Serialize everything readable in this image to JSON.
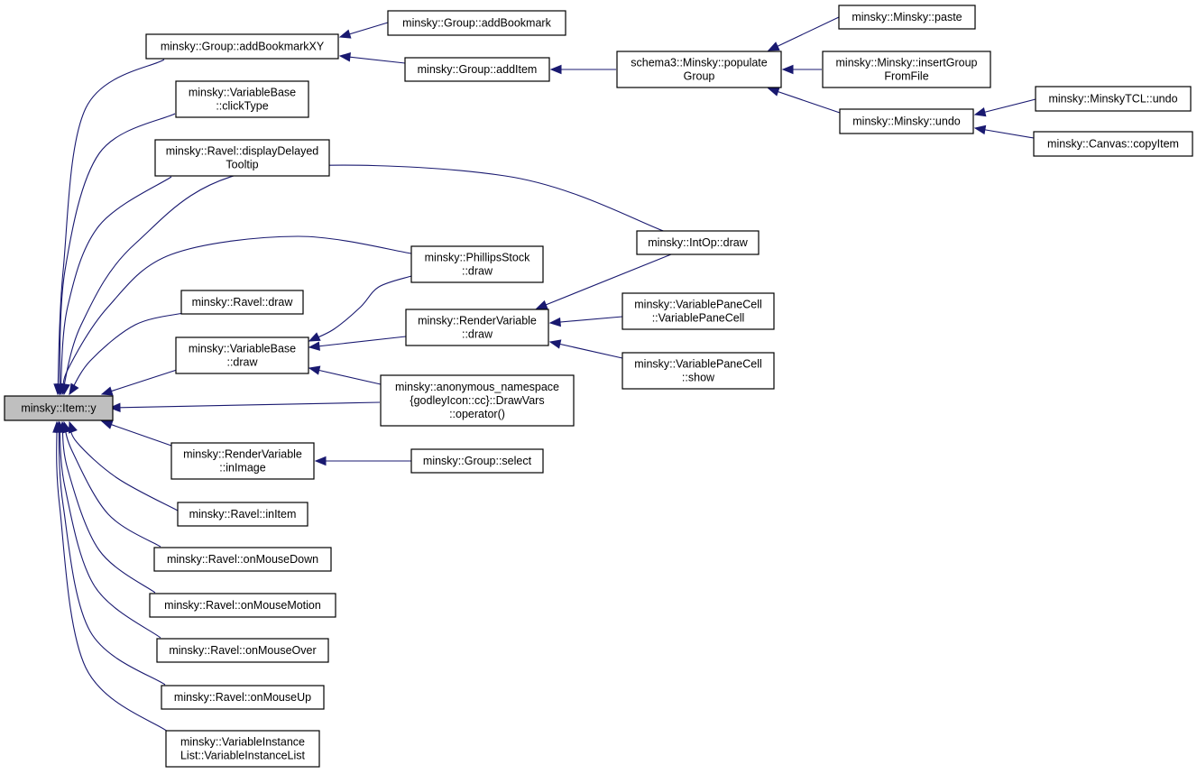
{
  "diagram": {
    "nodes": [
      {
        "id": "y",
        "lines": [
          "minsky::Item::y"
        ],
        "root": true
      },
      {
        "id": "addBookmarkXY",
        "lines": [
          "minsky::Group::addBookmarkXY"
        ]
      },
      {
        "id": "addBookmark",
        "lines": [
          "minsky::Group::addBookmark"
        ]
      },
      {
        "id": "addItem",
        "lines": [
          "minsky::Group::addItem"
        ]
      },
      {
        "id": "populateGroup",
        "lines": [
          "schema3::Minsky::populate",
          "Group"
        ]
      },
      {
        "id": "paste",
        "lines": [
          "minsky::Minsky::paste"
        ]
      },
      {
        "id": "insertGroup",
        "lines": [
          "minsky::Minsky::insertGroup",
          "FromFile"
        ]
      },
      {
        "id": "undo",
        "lines": [
          "minsky::Minsky::undo"
        ]
      },
      {
        "id": "tclUndo",
        "lines": [
          "minsky::MinskyTCL::undo"
        ]
      },
      {
        "id": "copyItem",
        "lines": [
          "minsky::Canvas::copyItem"
        ]
      },
      {
        "id": "clickType",
        "lines": [
          "minsky::VariableBase",
          "::clickType"
        ]
      },
      {
        "id": "displayDelayed",
        "lines": [
          "minsky::Ravel::displayDelayed",
          "Tooltip"
        ]
      },
      {
        "id": "intOpDraw",
        "lines": [
          "minsky::IntOp::draw"
        ]
      },
      {
        "id": "phillipsDraw",
        "lines": [
          "minsky::PhillipsStock",
          "::draw"
        ]
      },
      {
        "id": "ravelDraw",
        "lines": [
          "minsky::Ravel::draw"
        ]
      },
      {
        "id": "renderVarDraw",
        "lines": [
          "minsky::RenderVariable",
          "::draw"
        ]
      },
      {
        "id": "vpcCtor",
        "lines": [
          "minsky::VariablePaneCell",
          "::VariablePaneCell"
        ]
      },
      {
        "id": "varBaseDraw",
        "lines": [
          "minsky::VariableBase",
          "::draw"
        ]
      },
      {
        "id": "vpcShow",
        "lines": [
          "minsky::VariablePaneCell",
          "::show"
        ]
      },
      {
        "id": "drawVars",
        "lines": [
          "minsky::anonymous_namespace",
          "{godleyIcon::cc}::DrawVars",
          "::operator()"
        ]
      },
      {
        "id": "inImage",
        "lines": [
          "minsky::RenderVariable",
          "::inImage"
        ]
      },
      {
        "id": "groupSelect",
        "lines": [
          "minsky::Group::select"
        ]
      },
      {
        "id": "inItem",
        "lines": [
          "minsky::Ravel::inItem"
        ]
      },
      {
        "id": "mouseDown",
        "lines": [
          "minsky::Ravel::onMouseDown"
        ]
      },
      {
        "id": "mouseMotion",
        "lines": [
          "minsky::Ravel::onMouseMotion"
        ]
      },
      {
        "id": "mouseOver",
        "lines": [
          "minsky::Ravel::onMouseOver"
        ]
      },
      {
        "id": "mouseUp",
        "lines": [
          "minsky::Ravel::onMouseUp"
        ]
      },
      {
        "id": "varInstList",
        "lines": [
          "minsky::VariableInstance",
          "List::VariableInstanceList"
        ]
      }
    ],
    "edges": [
      {
        "from": "addBookmarkXY",
        "to": "y"
      },
      {
        "from": "clickType",
        "to": "y"
      },
      {
        "from": "displayDelayed",
        "to": "y"
      },
      {
        "from": "intOpDraw",
        "to": "y"
      },
      {
        "from": "phillipsDraw",
        "to": "y"
      },
      {
        "from": "ravelDraw",
        "to": "y"
      },
      {
        "from": "varBaseDraw",
        "to": "y"
      },
      {
        "from": "drawVars",
        "to": "y"
      },
      {
        "from": "inImage",
        "to": "y"
      },
      {
        "from": "inItem",
        "to": "y"
      },
      {
        "from": "mouseDown",
        "to": "y"
      },
      {
        "from": "mouseMotion",
        "to": "y"
      },
      {
        "from": "mouseOver",
        "to": "y"
      },
      {
        "from": "mouseUp",
        "to": "y"
      },
      {
        "from": "varInstList",
        "to": "y"
      },
      {
        "from": "addBookmark",
        "to": "addBookmarkXY"
      },
      {
        "from": "addItem",
        "to": "addBookmarkXY"
      },
      {
        "from": "populateGroup",
        "to": "addItem"
      },
      {
        "from": "paste",
        "to": "populateGroup"
      },
      {
        "from": "insertGroup",
        "to": "populateGroup"
      },
      {
        "from": "undo",
        "to": "populateGroup"
      },
      {
        "from": "tclUndo",
        "to": "undo"
      },
      {
        "from": "copyItem",
        "to": "undo"
      },
      {
        "from": "phillipsDraw",
        "to": "varBaseDraw"
      },
      {
        "from": "renderVarDraw",
        "to": "varBaseDraw"
      },
      {
        "from": "drawVars",
        "to": "varBaseDraw"
      },
      {
        "from": "intOpDraw",
        "to": "renderVarDraw"
      },
      {
        "from": "vpcCtor",
        "to": "renderVarDraw"
      },
      {
        "from": "vpcShow",
        "to": "renderVarDraw"
      },
      {
        "from": "groupSelect",
        "to": "inImage"
      }
    ]
  }
}
